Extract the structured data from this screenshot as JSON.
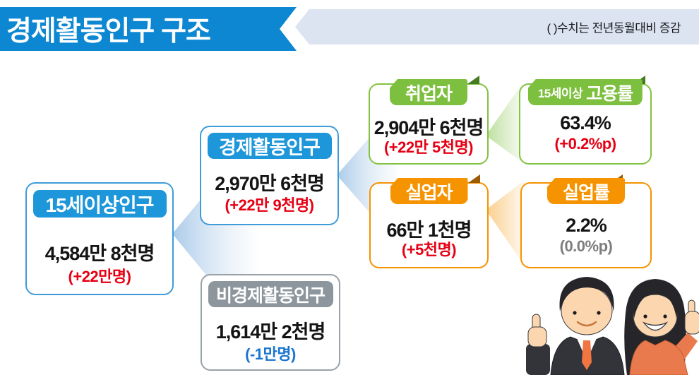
{
  "header": {
    "title": "경제활동인구 구조",
    "note": "( )수치는 전년동월대비 증감"
  },
  "boxes": {
    "population": {
      "label": "15세이상인구",
      "value": "4,584만 8천명",
      "change": "(+22만명)"
    },
    "active": {
      "label": "경제활동인구",
      "value": "2,970만 6천명",
      "change": "(+22만 9천명)"
    },
    "inactive": {
      "label": "비경제활동인구",
      "value": "1,614만 2천명",
      "change": "(-1만명)"
    },
    "employed": {
      "label": "취업자",
      "value": "2,904만 6천명",
      "change": "(+22만 5천명)"
    },
    "employment_rate": {
      "label_small": "15세이상",
      "label": "고용률",
      "value": "63.4%",
      "change": "(+0.2%p)"
    },
    "unemployed": {
      "label": "실업자",
      "value": "66만 1천명",
      "change": "(+5천명)"
    },
    "unemployment_rate": {
      "label": "실업률",
      "value": "2.2%",
      "change": "(0.0%p)"
    }
  },
  "palette": {
    "header_blue": "#0d87d1",
    "pill_blue": "#1e96da",
    "border_blue": "#3f9cd9",
    "gray": "#8d969d",
    "green": "#7dbf3e",
    "orange": "#f59300",
    "increase_red": "#e60013",
    "decrease_blue": "#1b75d0",
    "neutral_gray": "#7d7d7d",
    "note_band": "#dde4f1"
  },
  "illustration": {
    "description": "man in suit giving thumbs up and woman in orange shirt raising hand"
  }
}
